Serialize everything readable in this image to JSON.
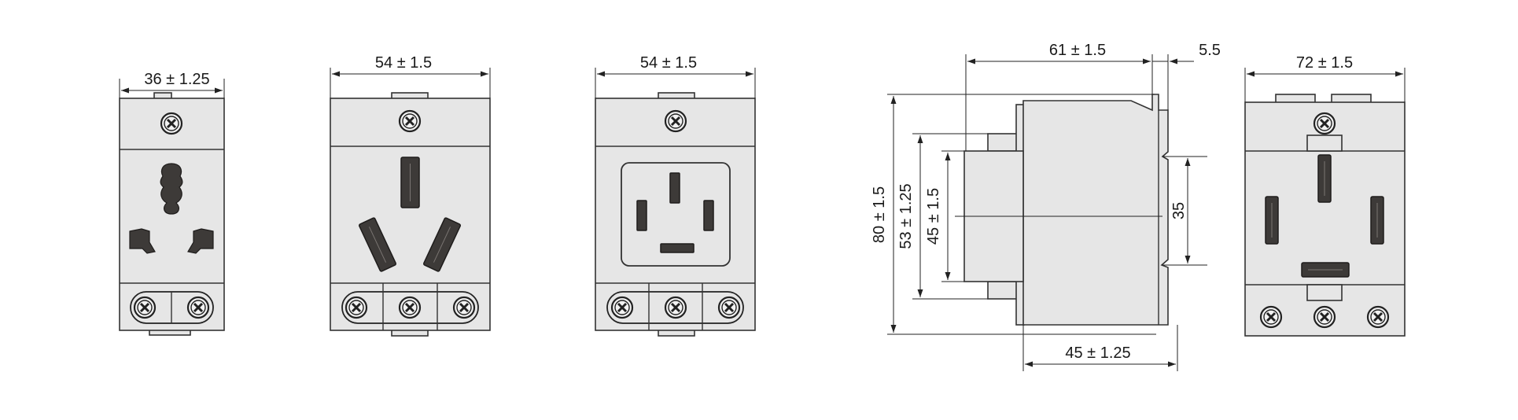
{
  "dimensions": {
    "socket1_width": "36 ± 1.25",
    "socket2_width": "54 ± 1.5",
    "socket3_width": "54 ± 1.5",
    "side_depth": "61 ± 1.5",
    "side_tab": "5.5",
    "side_height_total": "80 ± 1.5",
    "side_height_mid": "53 ± 1.25",
    "side_height_front": "45 ± 1.5",
    "side_rail": "35",
    "side_base": "45 ± 1.25",
    "socket4_width": "72 ± 1.5"
  },
  "colors": {
    "body": "#e6e6e6",
    "outline": "#333333",
    "contacts": "#3d3a38"
  }
}
